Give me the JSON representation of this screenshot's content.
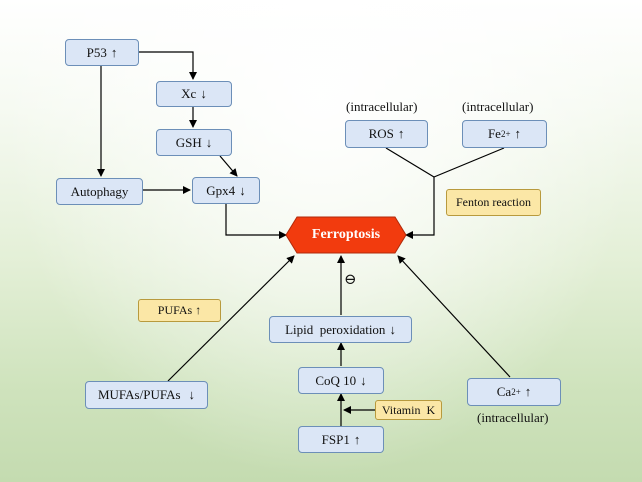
{
  "nodes": {
    "p53": {
      "text": "P53",
      "arrow": "↑"
    },
    "xc": {
      "text": "Xc",
      "arrow": "↓"
    },
    "gsh": {
      "text": "GSH",
      "arrow": "↓"
    },
    "autophagy": {
      "text": "Autophagy"
    },
    "gpx4": {
      "text": "Gpx4",
      "arrow": "↓"
    },
    "ros": {
      "text": "ROS",
      "arrow": "↑"
    },
    "fe": {
      "text": "Fe",
      "sup": "2+",
      "arrow": "↑"
    },
    "ferroptosis": {
      "text": "Ferroptosis"
    },
    "lipid": {
      "text": "Lipid  peroxidation",
      "arrow": "↓"
    },
    "coq10": {
      "text": "CoQ 10",
      "arrow": "↓"
    },
    "fsp1": {
      "text": "FSP1",
      "arrow": "↑"
    },
    "mufas": {
      "text": "MUFAs/PUFAs",
      "arrow": "↓"
    },
    "ca": {
      "text": "Ca",
      "sup": "2+",
      "arrow": "↑"
    }
  },
  "notes": {
    "fenton": "Fenton reaction",
    "pufas": "PUFAs ↑",
    "vitk": "Vitamin  K"
  },
  "labels": {
    "ros_loc": "(intracellular)",
    "fe_loc": "(intracellular)",
    "ca_loc": "(intracellular)",
    "inhibit": "⊖"
  },
  "colors": {
    "node_fill": "#dbe6f6",
    "node_border": "#6c8fb8",
    "note_fill": "#fbe7a6",
    "ferroptosis_fill": "#f23b0e",
    "arrow": "#000000"
  }
}
